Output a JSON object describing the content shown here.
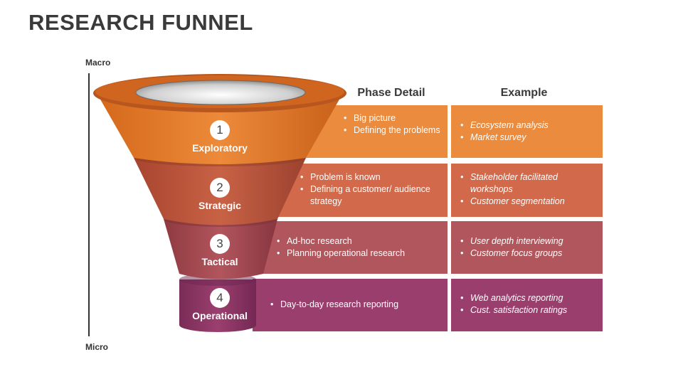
{
  "title": "RESEARCH FUNNEL",
  "axis": {
    "top": "Macro",
    "bottom": "Micro"
  },
  "headers": {
    "phase": "Phase Detail",
    "example": "Example"
  },
  "stages": [
    {
      "number": "1",
      "name": "Exploratory",
      "color": "#e98a3d",
      "phase": [
        "Big picture",
        "Defining the problems"
      ],
      "example": [
        "Ecosystem analysis",
        "Market survey"
      ]
    },
    {
      "number": "2",
      "name": "Strategic",
      "color": "#d2694b",
      "phase": [
        "Problem is known",
        "Defining a customer/ audience strategy"
      ],
      "example": [
        "Stakeholder facilitated workshops",
        "Customer segmentation"
      ]
    },
    {
      "number": "3",
      "name": "Tactical",
      "color": "#b1565c",
      "phase": [
        "Ad-hoc research",
        "Planning operational research"
      ],
      "example": [
        "User depth interviewing",
        "Customer focus groups"
      ]
    },
    {
      "number": "4",
      "name": "Operational",
      "color": "#9a3f6d",
      "phase": [
        "Day-to-day research reporting"
      ],
      "example": [
        "Web analytics reporting",
        "Cust. satisfaction ratings"
      ]
    }
  ]
}
